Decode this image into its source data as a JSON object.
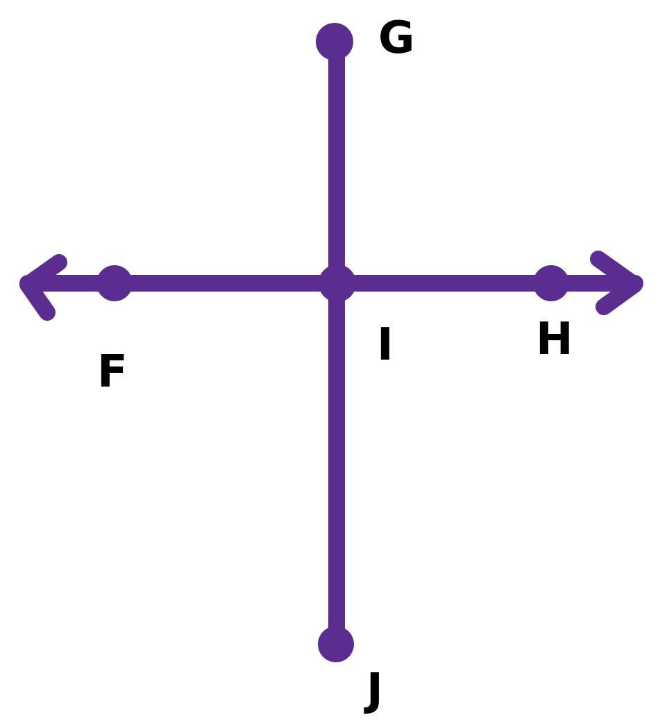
{
  "colors": {
    "line": "#5c2d91",
    "label": "#000000",
    "background": "#ffffff"
  },
  "lines": [
    {
      "id": "line-fh",
      "kind": "line",
      "through": [
        "F",
        "H"
      ]
    },
    {
      "id": "segment-gj",
      "kind": "segment",
      "endpoints": [
        "G",
        "J"
      ]
    }
  ],
  "points": [
    {
      "id": "G",
      "label": "G"
    },
    {
      "id": "F",
      "label": "F"
    },
    {
      "id": "I",
      "label": "I"
    },
    {
      "id": "H",
      "label": "H"
    },
    {
      "id": "J",
      "label": "J"
    }
  ]
}
